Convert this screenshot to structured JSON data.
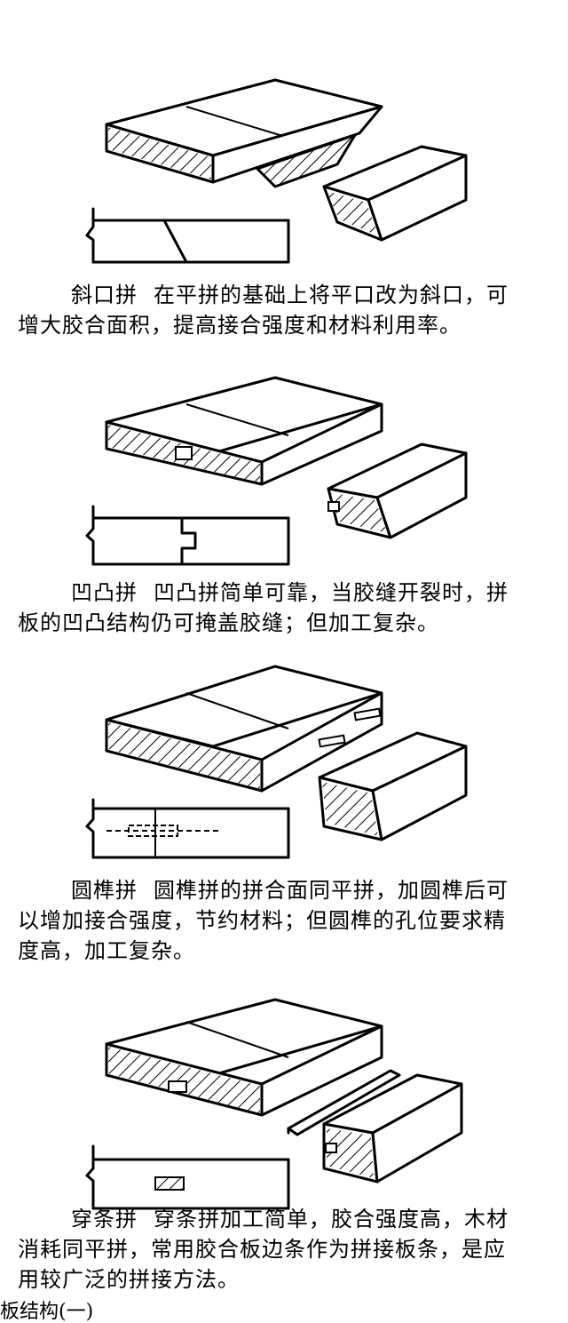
{
  "sections": [
    {
      "name": "斜口拼",
      "lines": [
        "在平拼的基础上将平口改为斜口，可",
        "增大胶合面积，提高接合强度和材料利用率。"
      ]
    },
    {
      "name": "凹凸拼",
      "lines": [
        "凹凸拼简单可靠，当胶缝开裂时，拼",
        "板的凹凸结构仍可掩盖胶缝；但加工复杂。"
      ]
    },
    {
      "name": "圆榫拼",
      "lines": [
        "圆榫拼的拼合面同平拼，加圆榫后可",
        "以增加接合强度，节约材料；但圆榫的孔位要求精",
        "度高，加工复杂。"
      ]
    },
    {
      "name": "穿条拼",
      "lines": [
        "穿条拼加工简单，胶合强度高，木材",
        "消耗同平拼，常用胶合板边条作为拼接板条，是应",
        "用较广泛的拼接方法。"
      ]
    }
  ],
  "footer_fragment": "板结构(一)"
}
